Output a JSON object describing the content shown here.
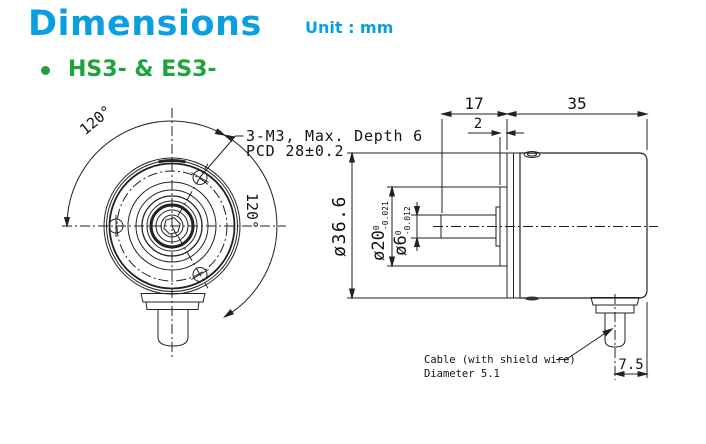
{
  "header": {
    "title": "Dimensions",
    "unit_label": "Unit : mm",
    "section_label": "HS3- & ES3-"
  },
  "colors": {
    "title_blue": "#0a9fe0",
    "section_green": "#1fa33c",
    "line_color": "#222222"
  },
  "front_view": {
    "angle_top_label": "120°",
    "angle_right_label": "120°",
    "note_line1": "3-M3, Max. Depth 6",
    "note_line2": "PCD 28±0.2"
  },
  "side_view": {
    "dim_shaft_length": "17",
    "dim_body_length": "35",
    "dim_flange_step": "2",
    "dim_body_diameter": "ø36.6",
    "dim_flange_diameter": "ø20",
    "flange_tol_upper": "0",
    "flange_tol_lower": "-0.021",
    "dim_shaft_diameter": "ø6",
    "shaft_tol_upper": "0",
    "shaft_tol_lower": "-0.012",
    "dim_cable_offset": "7.5",
    "cable_note_line1": "Cable (with shield wire)",
    "cable_note_line2": "Diameter 5.1"
  }
}
